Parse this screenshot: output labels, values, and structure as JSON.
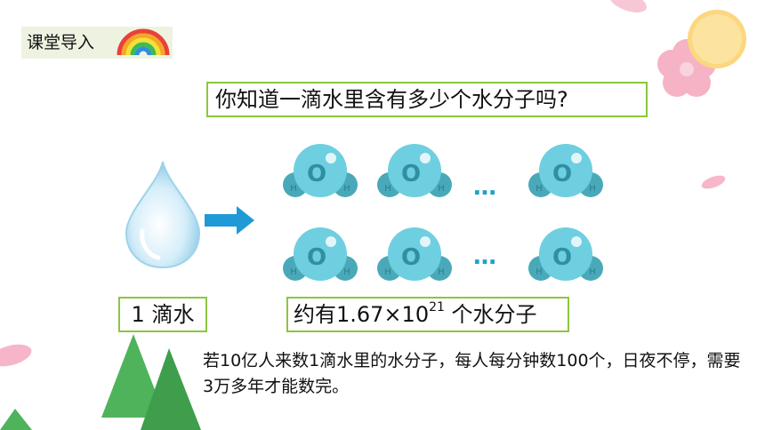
{
  "section_tag": "课堂导入",
  "question": "你知道一滴水里含有多少个水分子吗?",
  "left_label": "1 滴水",
  "count": {
    "prefix": "约有1.67×10",
    "exponent": "21",
    "suffix": " 个水分子"
  },
  "ellipsis": "…",
  "molecule": {
    "center": "O",
    "side": "H"
  },
  "note": "若10亿人来数1滴水里的水分子，每人每分钟数100个，日夜不停，需要3万多年才能数完。",
  "colors": {
    "box_border": "#8cc63f",
    "tag_bg": "#eef3e1",
    "arrow": "#1f9ad6",
    "molecule": "#5cc4d8",
    "tree": "#4fb35b"
  }
}
